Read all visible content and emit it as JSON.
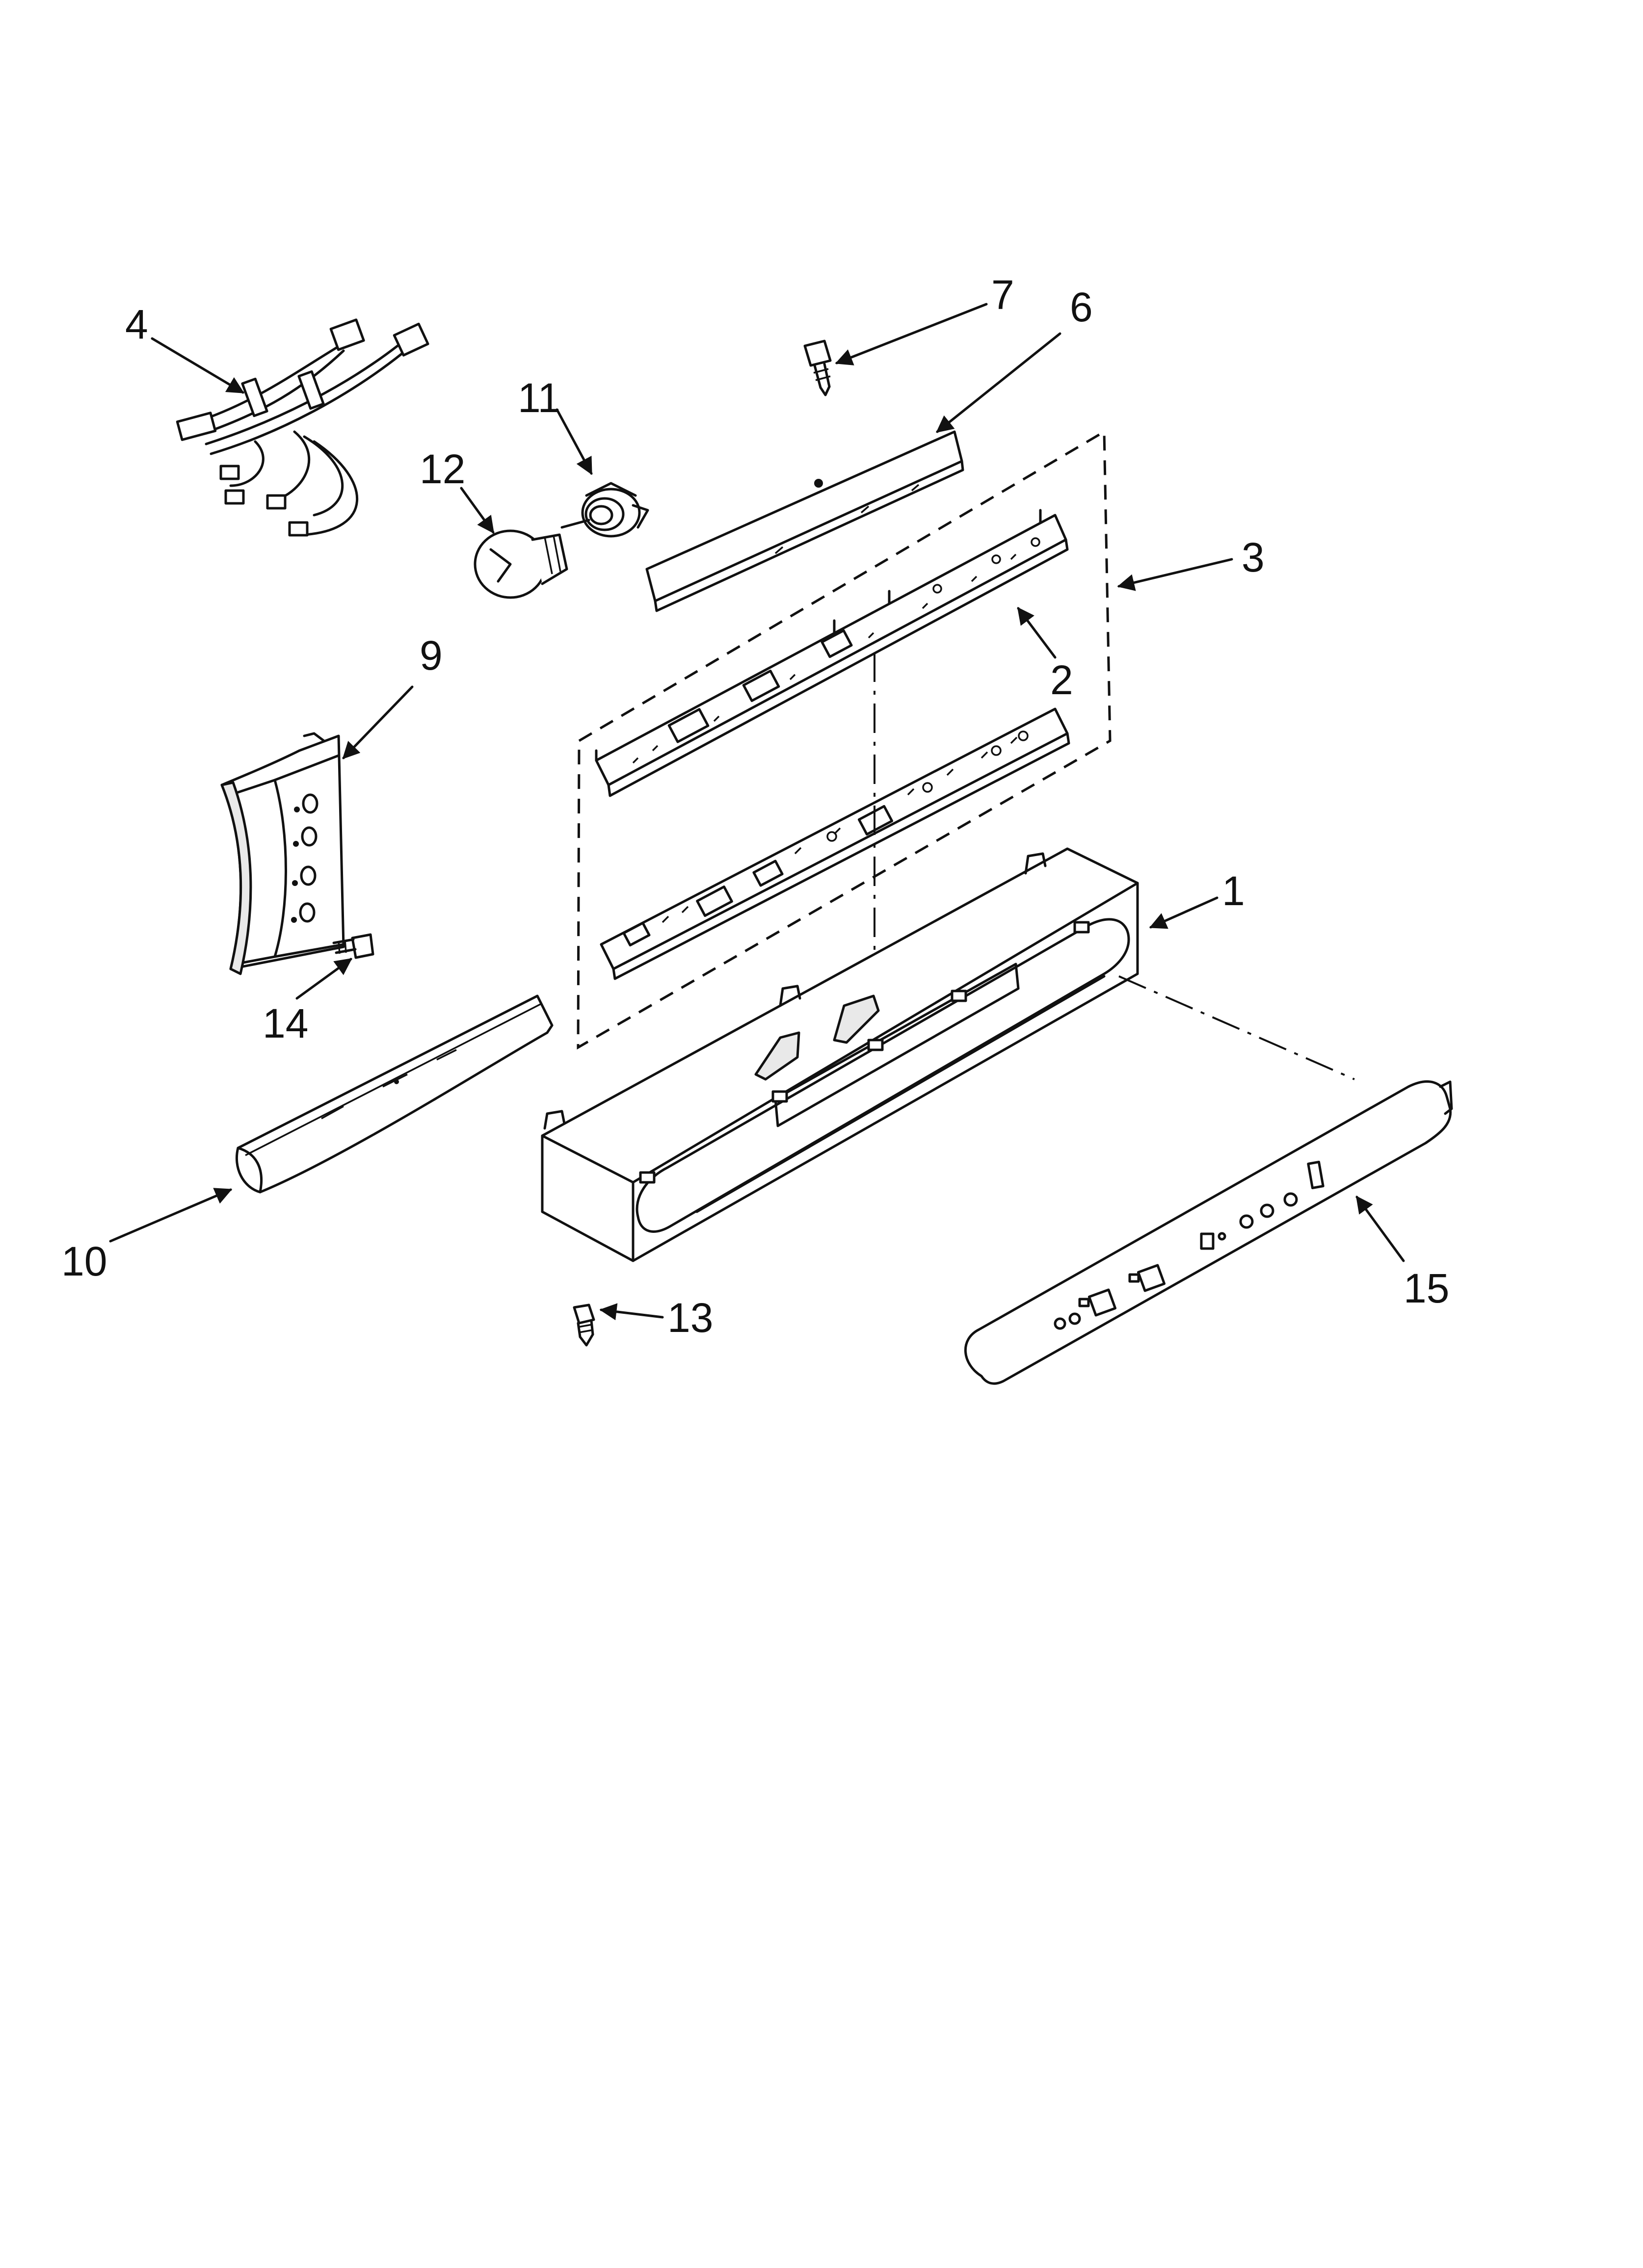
{
  "callouts": {
    "c1": "1",
    "c2": "2",
    "c3": "3",
    "c4": "4",
    "c6": "6",
    "c7": "7",
    "c9": "9",
    "c10": "10",
    "c11": "11",
    "c12": "12",
    "c13": "13",
    "c14": "14",
    "c15": "15"
  },
  "colors": {
    "line": "#111111",
    "background": "#ffffff",
    "shade": "#e9e9e9"
  }
}
